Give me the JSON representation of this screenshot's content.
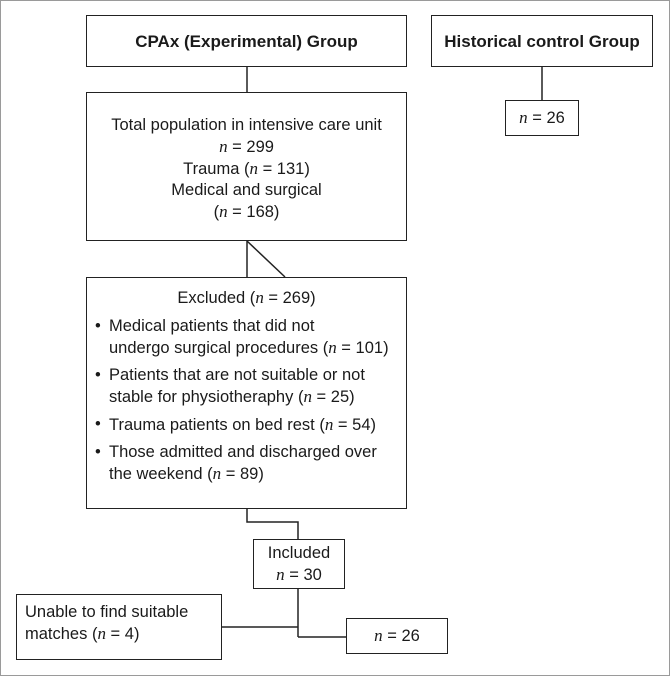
{
  "experimental": {
    "header": "CPAx (Experimental) Group",
    "total": {
      "line1": "Total population in intensive care unit",
      "n_value": "299",
      "trauma_label": "Trauma (",
      "trauma_value": "131",
      "medical_label": "Medical and surgical",
      "medical_value": "168"
    },
    "excluded": {
      "title_label": "Excluded (",
      "title_value": "269",
      "items": [
        {
          "line1": "Medical patients that did not",
          "line2_text": "undergo surgical procedures (",
          "value": "101"
        },
        {
          "line1": "Patients that are not suitable or not",
          "line2_text": "stable for physiotheraphy (",
          "value": "25"
        },
        {
          "line1_text": "Trauma patients on bed rest (",
          "value": "54"
        },
        {
          "line1": "Those admitted and discharged over",
          "line2_text": "the weekend (",
          "value": "89"
        }
      ]
    },
    "included": {
      "label": "Included",
      "value": "30"
    },
    "unable": {
      "line1": "Unable to find suitable",
      "line2_text": "matches (",
      "value": "4"
    },
    "final": {
      "value": "26"
    }
  },
  "historical": {
    "header": "Historical control Group",
    "n_value": "26"
  },
  "symbols": {
    "n": "n",
    "eq": " = ",
    "close": ")"
  }
}
